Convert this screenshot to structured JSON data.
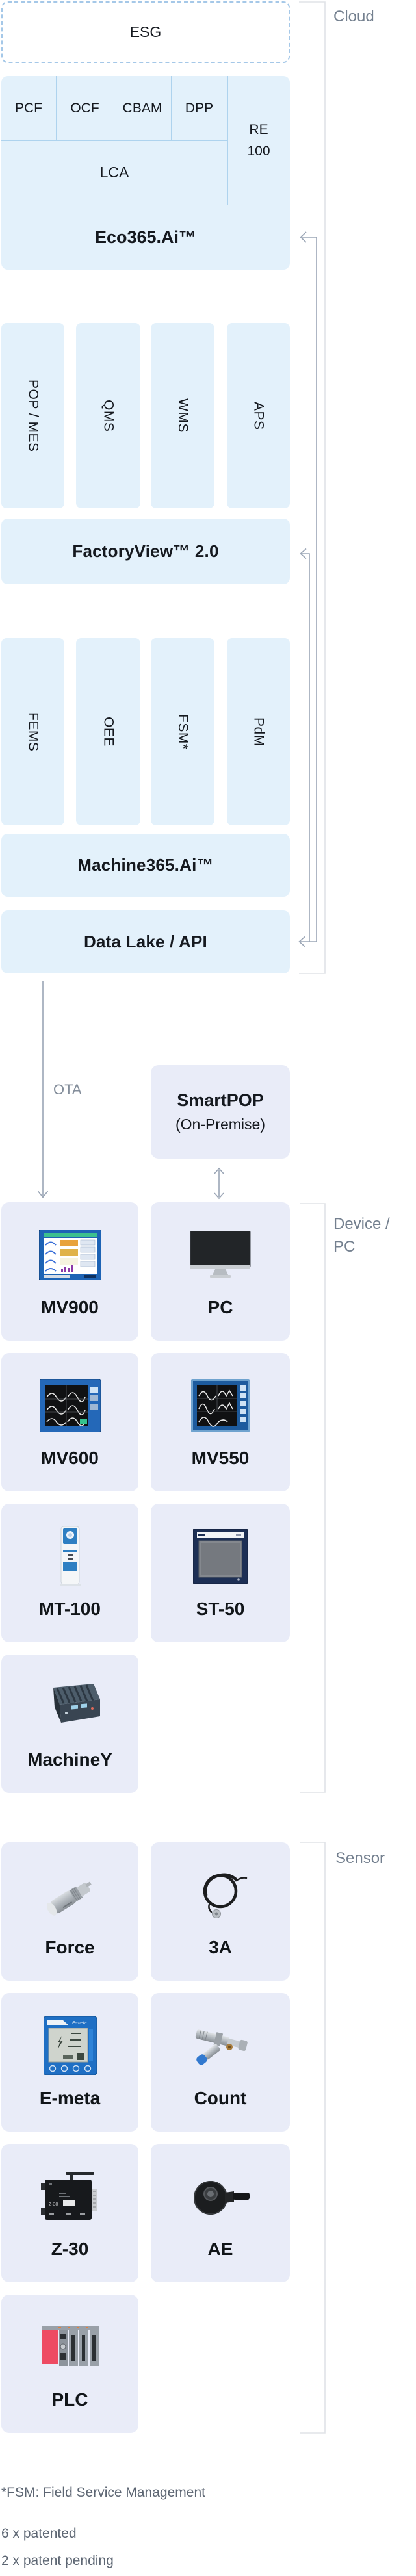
{
  "cloud": {
    "bracket_label": "Cloud",
    "esg": "ESG",
    "grid": {
      "row1": [
        "PCF",
        "OCF",
        "CBAM",
        "DPP"
      ],
      "re100": "RE 100",
      "lca": "LCA"
    },
    "eco_bar": "Eco365.Ai™",
    "apps_row1": [
      "POP / MES",
      "QMS",
      "WMS",
      "APS"
    ],
    "factory_bar": "FactoryView™ 2.0",
    "apps_row2": [
      "FEMS",
      "OEE",
      "FSM*",
      "PdM"
    ],
    "machine_bar": "Machine365.Ai™",
    "datalake_bar": "Data Lake / API"
  },
  "middle": {
    "ota_label": "OTA",
    "smartpop_title": "SmartPOP",
    "smartpop_subtitle": "(On-Premise)"
  },
  "device": {
    "bracket_label_line1": "Device /",
    "bracket_label_line2": "PC",
    "items": [
      {
        "name": "MV900",
        "icon": "mv900-panel-recorder-icon"
      },
      {
        "name": "PC",
        "icon": "pc-monitor-icon"
      },
      {
        "name": "MV600",
        "icon": "mv600-panel-recorder-icon"
      },
      {
        "name": "MV550",
        "icon": "mv550-panel-recorder-icon"
      },
      {
        "name": "MT-100",
        "icon": "mt100-kiosk-terminal-icon"
      },
      {
        "name": "ST-50",
        "icon": "st50-panel-display-icon"
      },
      {
        "name": "MachineY",
        "icon": "machiney-embedded-box-icon"
      }
    ]
  },
  "sensor": {
    "bracket_label": "Sensor",
    "items": [
      {
        "name": "Force",
        "icon": "force-sensor-icon"
      },
      {
        "name": "3A",
        "icon": "3a-cable-sensor-icon"
      },
      {
        "name": "E-meta",
        "icon": "emeta-power-meter-icon"
      },
      {
        "name": "Count",
        "icon": "count-proximity-sensor-icon"
      },
      {
        "name": "Z-30",
        "icon": "z30-wireless-module-icon"
      },
      {
        "name": "AE",
        "icon": "ae-acoustic-sensor-icon"
      },
      {
        "name": "PLC",
        "icon": "plc-rack-icon"
      }
    ]
  },
  "footer": {
    "note_fsm": "*FSM: Field Service Management",
    "note_patented": "6 x patented",
    "note_pending": "2 x patent pending"
  },
  "colors": {
    "cloud_fill": "#e3f1fb",
    "device_fill": "#e9ecf8",
    "grid_line": "#aed3ee",
    "dashed_border": "#a5c8e8",
    "section_label_gray": "#74808f",
    "arrow_gray": "#9aa5b5",
    "bracket_gray": "#e0e3e7",
    "text_dark": "#15191f",
    "footer_gray": "#5d6673"
  }
}
